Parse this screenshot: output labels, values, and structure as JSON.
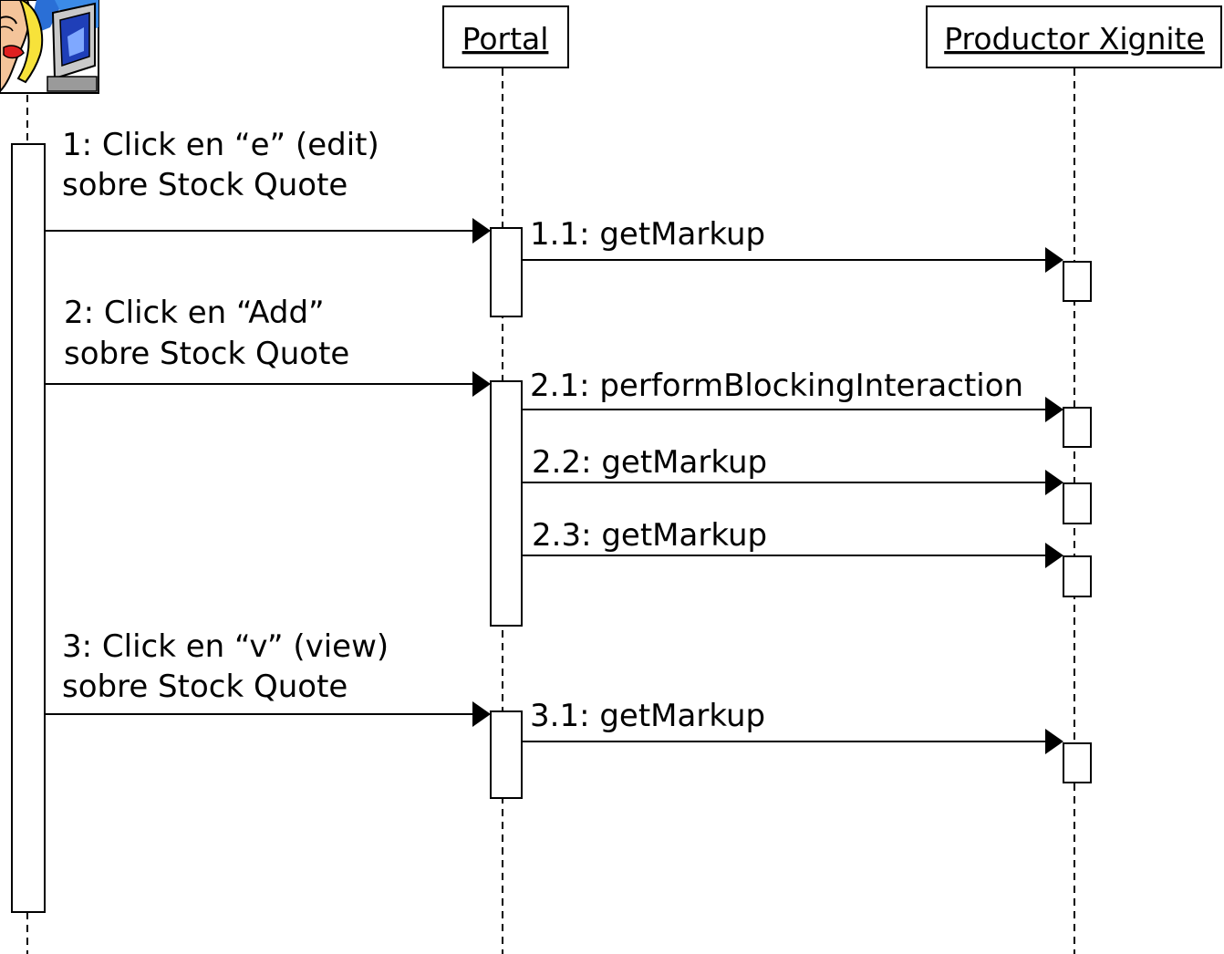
{
  "participants": {
    "actor": {
      "icon": "woman-at-computer-icon"
    },
    "portal": {
      "label": "Portal"
    },
    "producer": {
      "label": "Productor Xignite"
    }
  },
  "messages": {
    "m1": {
      "line1": "1: Click en “e” (edit)",
      "line2": "sobre Stock Quote"
    },
    "m1_1": {
      "label": "1.1: getMarkup"
    },
    "m2": {
      "line1": "2: Click en “Add”",
      "line2": "sobre Stock Quote"
    },
    "m2_1": {
      "label": "2.1: performBlockingInteraction"
    },
    "m2_2": {
      "label": "2.2: getMarkup"
    },
    "m2_3": {
      "label": "2.3: getMarkup"
    },
    "m3": {
      "line1": "3: Click en “v” (view)",
      "line2": "sobre Stock Quote"
    },
    "m3_1": {
      "label": "3.1: getMarkup"
    }
  }
}
